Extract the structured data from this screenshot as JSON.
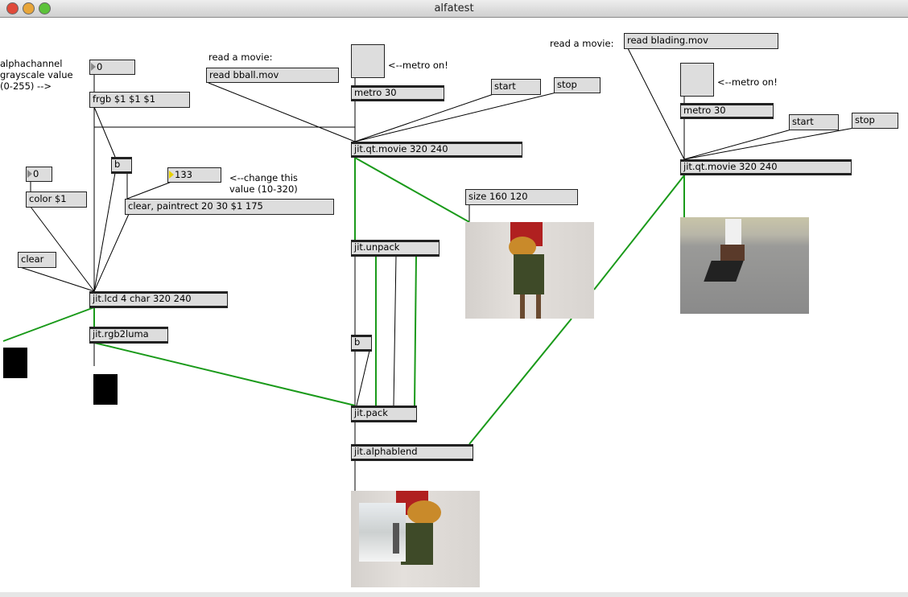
{
  "window": {
    "title": "alfatest"
  },
  "comments": {
    "alpha": "alphachannel\ngrayscale value\n(0-255) -->",
    "read1": "read a movie:",
    "metro1": "<--metro on!",
    "change": "<--change this\nvalue (10-320)",
    "read2": "read a movie:",
    "metro2": "<--metro on!"
  },
  "boxes": {
    "num_alpha": "0",
    "frgb": "frgb $1 $1 $1",
    "read_bball": "read bball.mov",
    "metro1": "metro 30",
    "start1": "start",
    "stop1": "stop",
    "qtmovie1": "jit.qt.movie 320 240",
    "size": "size 160 120",
    "unpack": "jit.unpack",
    "b2": "b",
    "pack": "jit.pack",
    "alphablend": "jit.alphablend",
    "num_color": "0",
    "color": "color $1",
    "b1": "b",
    "num_133": "133",
    "paintrect": "clear, paintrect 20 30 $1 175",
    "clear": "clear",
    "lcd": "jit.lcd 4 char 320 240",
    "rgb2luma": "jit.rgb2luma",
    "read_blading": "read blading.mov",
    "metro2": "metro 30",
    "start2": "start",
    "stop2": "stop",
    "qtmovie2": "jit.qt.movie 320 240"
  },
  "colors": {
    "matrix_cord": "#1a9a1a",
    "box_bg": "#dddddd"
  }
}
